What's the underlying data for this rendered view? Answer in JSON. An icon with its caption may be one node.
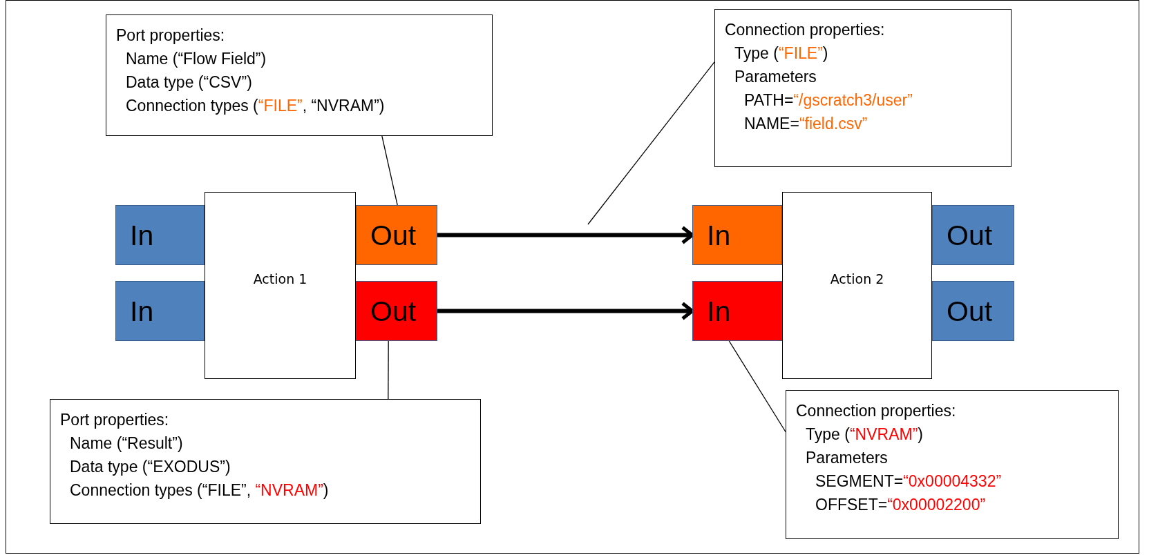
{
  "diagram": {
    "nodes": [
      {
        "text": [
          "Port properties:",
          "Name (“Flow Field”)",
          "Data type (“CSV”)",
          "Connection types (“FILE”, “NVRAM”)"
        ]
      },
      {
        "text": [
          "Connection properties:",
          "Type (“FILE”)",
          "Parameters",
          "PATH=“/gscratch3/user”",
          "NAME=“field.csv”"
        ]
      },
      {
        "text": [
          "In"
        ]
      },
      {
        "text": [
          "Action 1"
        ]
      },
      {
        "text": [
          "Out"
        ]
      },
      {
        "text": [
          "In"
        ]
      },
      {
        "text": [
          "Action 2"
        ]
      },
      {
        "text": [
          "Out"
        ]
      },
      {
        "text": [
          "In"
        ]
      },
      {
        "text": [
          "Out"
        ]
      },
      {
        "text": [
          "In"
        ]
      },
      {
        "text": [
          "Out"
        ]
      },
      {
        "text": [
          "Port properties:",
          "Name (“Result”)",
          "Data type (“EXODUS”)",
          "Connection types (“FILE”, “NVRAM”)"
        ]
      },
      {
        "text": [
          "Connection properties:",
          "Type (“NVRAM”)",
          "Parameters",
          "SEGMENT=“0x00004332”",
          "OFFSET=“0x00002200”"
        ]
      }
    ],
    "edges": [
      {
        "from": 4,
        "to": 5,
        "arrow": "to",
        "style": "thick"
      },
      {
        "from": 9,
        "to": 10,
        "arrow": "to",
        "style": "thick"
      },
      {
        "from": 0,
        "to": 4,
        "arrow": "none"
      },
      {
        "from": 1,
        "to": null,
        "arrow": "none"
      },
      {
        "from": 12,
        "to": 9,
        "arrow": "none"
      },
      {
        "from": 13,
        "to": 10,
        "arrow": "none"
      }
    ]
  }
}
